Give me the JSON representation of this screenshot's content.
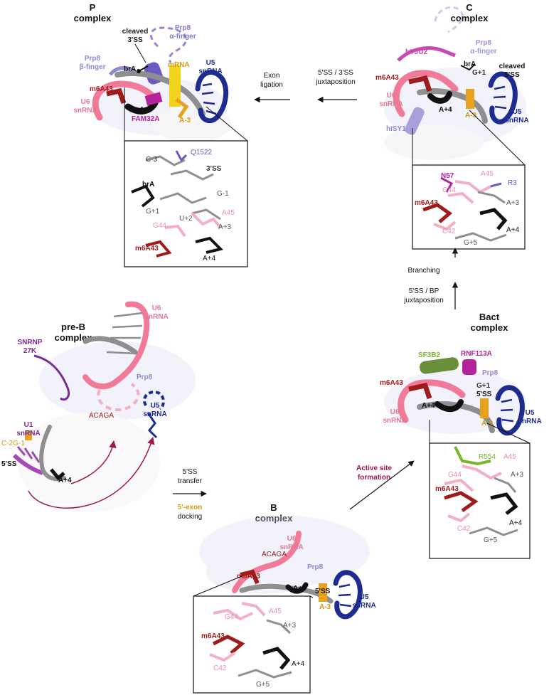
{
  "colors": {
    "u6": "#f07a98",
    "u6_light": "#f3b0c2",
    "m6a": "#a01c1c",
    "grey": "#8f8f8f",
    "black": "#111111",
    "u5": "#1f2c8f",
    "prp8": "#8b8bd0",
    "prp8_light": "#d9dbf2",
    "orange": "#e8a21d",
    "mrna": "#f2d31b",
    "magenta": "#b5229b",
    "purple": "#7a2a95",
    "green": "#6a8f3a",
    "lime": "#7ab52a",
    "arrow_red": "#a0164f"
  },
  "complexes": {
    "pre_b": {
      "title_line1": "pre-B",
      "title_line2": "complex"
    },
    "b": {
      "title_line1": "B",
      "title_line2": "complex"
    },
    "bact": {
      "title_line1": "Bact",
      "title_line2": "complex"
    },
    "c": {
      "title_line1": "C",
      "title_line2": "complex"
    },
    "p": {
      "title_line1": "P",
      "title_line2": "complex"
    }
  },
  "steps": {
    "ss5_transfer_1": "5'SS",
    "ss5_transfer_2": "transfer",
    "exon_docking_1": "5'-exon",
    "exon_docking_2": "docking",
    "active_site_1": "Active site",
    "active_site_2": "formation",
    "bp_juxt_1": "5'SS / BP",
    "bp_juxt_2": "juxtaposition",
    "branching": "Branching",
    "ss_juxt_1": "5'SS / 3'SS",
    "ss_juxt_2": "juxtaposition",
    "exon_lig_1": "Exon",
    "exon_lig_2": "ligation"
  },
  "labels": {
    "p_cleaved": "cleaved",
    "p_3ss": "3'SS",
    "p_prp8_alpha_1": "Prp8",
    "p_prp8_alpha_2": "α-finger",
    "p_mrna": "mRNA",
    "p_u5_1": "U5",
    "p_u5_2": "snRNA",
    "p_prp8_beta_1": "Prp8",
    "p_prp8_beta_2": "β-finger",
    "p_bra": "brA",
    "p_m6a43": "m6A43",
    "p_u6_1": "U6",
    "p_u6_2": "snRNA",
    "p_a4": "A+4",
    "p_fam32a": "FAM32A",
    "p_a3": "A-3",
    "p_in_c3": "C-3",
    "p_in_q1522": "Q1522",
    "p_in_3ss": "3'SS",
    "p_in_bra": "brA",
    "p_in_gm1": "G-1",
    "p_in_gp1": "G+1",
    "p_in_u2": "U+2",
    "p_in_a45": "A45",
    "p_in_g44": "G44",
    "p_in_a3": "A+3",
    "p_in_m6a43": "m6A43",
    "p_in_a4": "A+4",
    "c_prp8_1": "Prp8",
    "c_prp8_2": "α-finger",
    "c_hyju2": "hYJU2",
    "c_m6a43": "m6A43",
    "c_bra": "brA",
    "c_g1": "G+1",
    "c_cleaved_1": "cleaved",
    "c_cleaved_2": "5'SS",
    "c_u6_1": "U6",
    "c_u6_2": "snRNA",
    "c_a4": "A+4",
    "c_a3": "A-3",
    "c_u5_1": "U5",
    "c_u5_2": "snRNA",
    "c_hisy1": "hISY1",
    "c_in_n57": "N57",
    "c_in_a45": "A45",
    "c_in_r3": "R3",
    "c_in_g44": "G44",
    "c_in_a3": "A+3",
    "c_in_m6a43": "m6A43",
    "c_in_c42": "C42",
    "c_in_a4": "A+4",
    "c_in_g5": "G+5",
    "bact_sf3b2": "SF3B2",
    "bact_rnf113a": "RNF113A",
    "bact_prp8": "Prp8",
    "bact_m6a43": "m6A43",
    "bact_g1": "G+1",
    "bact_5ss": "5'SS",
    "bact_a4": "A+4",
    "bact_u6_1": "U6",
    "bact_u6_2": "snRNA",
    "bact_a3": "A-3",
    "bact_u5_1": "U5",
    "bact_u5_2": "snRNA",
    "bact_in_r554": "R554",
    "bact_in_a45": "A45",
    "bact_in_g44": "G44",
    "bact_in_a3": "A+3",
    "bact_in_m6a43": "m6A43",
    "bact_in_a4": "A+4",
    "bact_in_c42": "C42",
    "bact_in_g5": "G+5",
    "preb_u6_1": "U6",
    "preb_u6_2": "snRNA",
    "preb_snrnp_1": "SNRNP",
    "preb_snrnp_2": "27K",
    "preb_prp8": "Prp8",
    "preb_acaga": "ACAGA",
    "preb_u5_1": "U5",
    "preb_u5_2": "snRNA",
    "preb_u1_1": "U1",
    "preb_u1_2": "snRNA",
    "preb_c2g1": "C-2G-1",
    "preb_5ss": "5'SS",
    "preb_a4": "A+4",
    "b_u6_1": "U6",
    "b_u6_2": "snRNA",
    "b_acaga": "ACAGA",
    "b_prp8": "Prp8",
    "b_m6a43": "m6A43",
    "b_5ss": "5'SS",
    "b_a4": "A+4",
    "b_a3": "A-3",
    "b_u5_1": "U5",
    "b_u5_2": "snRNA",
    "b_in_g44": "G44",
    "b_in_a45": "A45",
    "b_in_a3": "A+3",
    "b_in_m6a43": "m6A43",
    "b_in_c42": "C42",
    "b_in_a4": "A+4",
    "b_in_g5": "G+5"
  }
}
